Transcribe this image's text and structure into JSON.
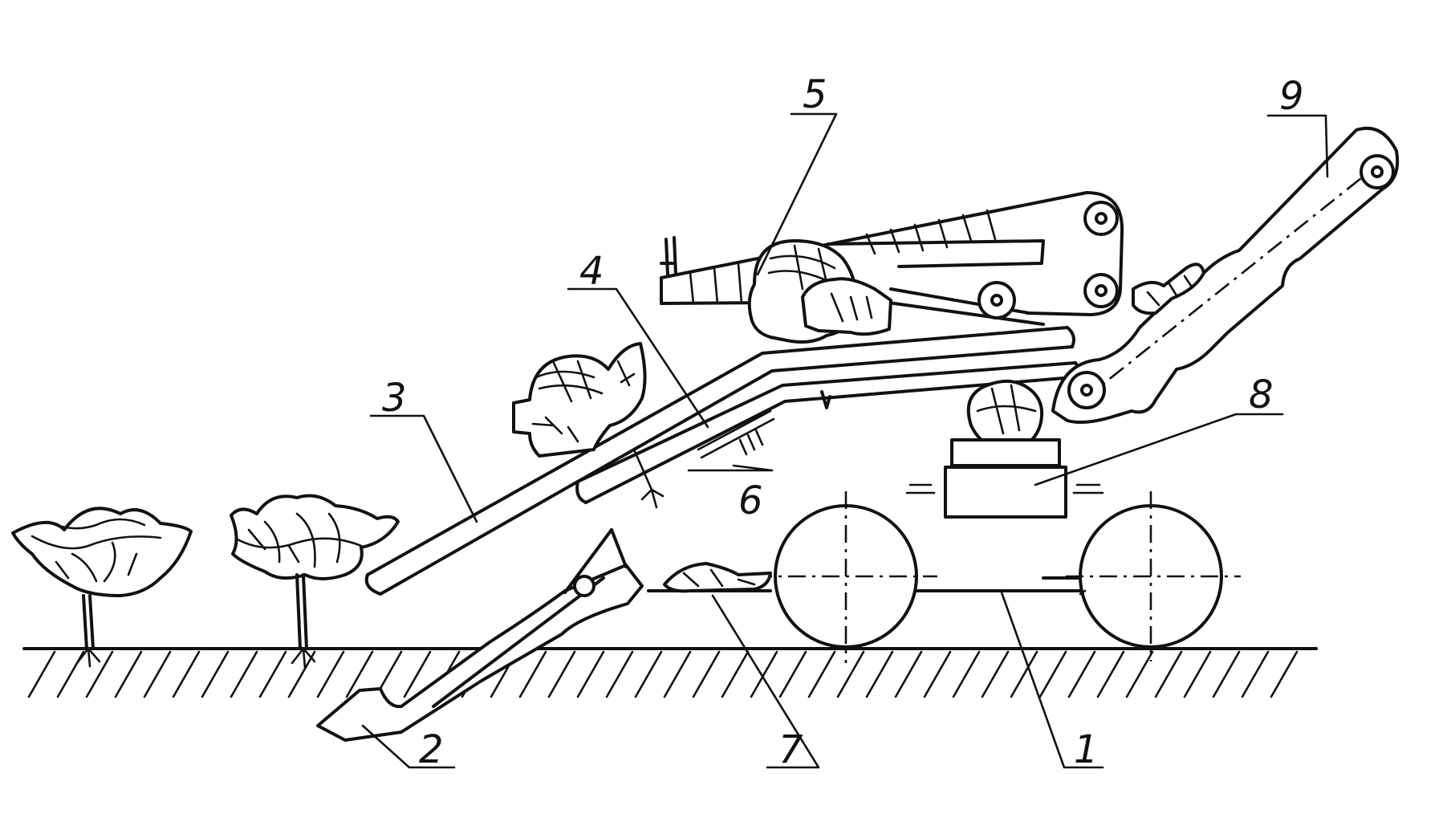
{
  "callouts": {
    "c1": "1",
    "c2": "2",
    "c3": "3",
    "c4": "4",
    "c5": "5",
    "c6": "6",
    "c7": "7",
    "c8": "8",
    "c9": "9"
  },
  "ink_color": "#111111",
  "paper_color": "#ffffff"
}
